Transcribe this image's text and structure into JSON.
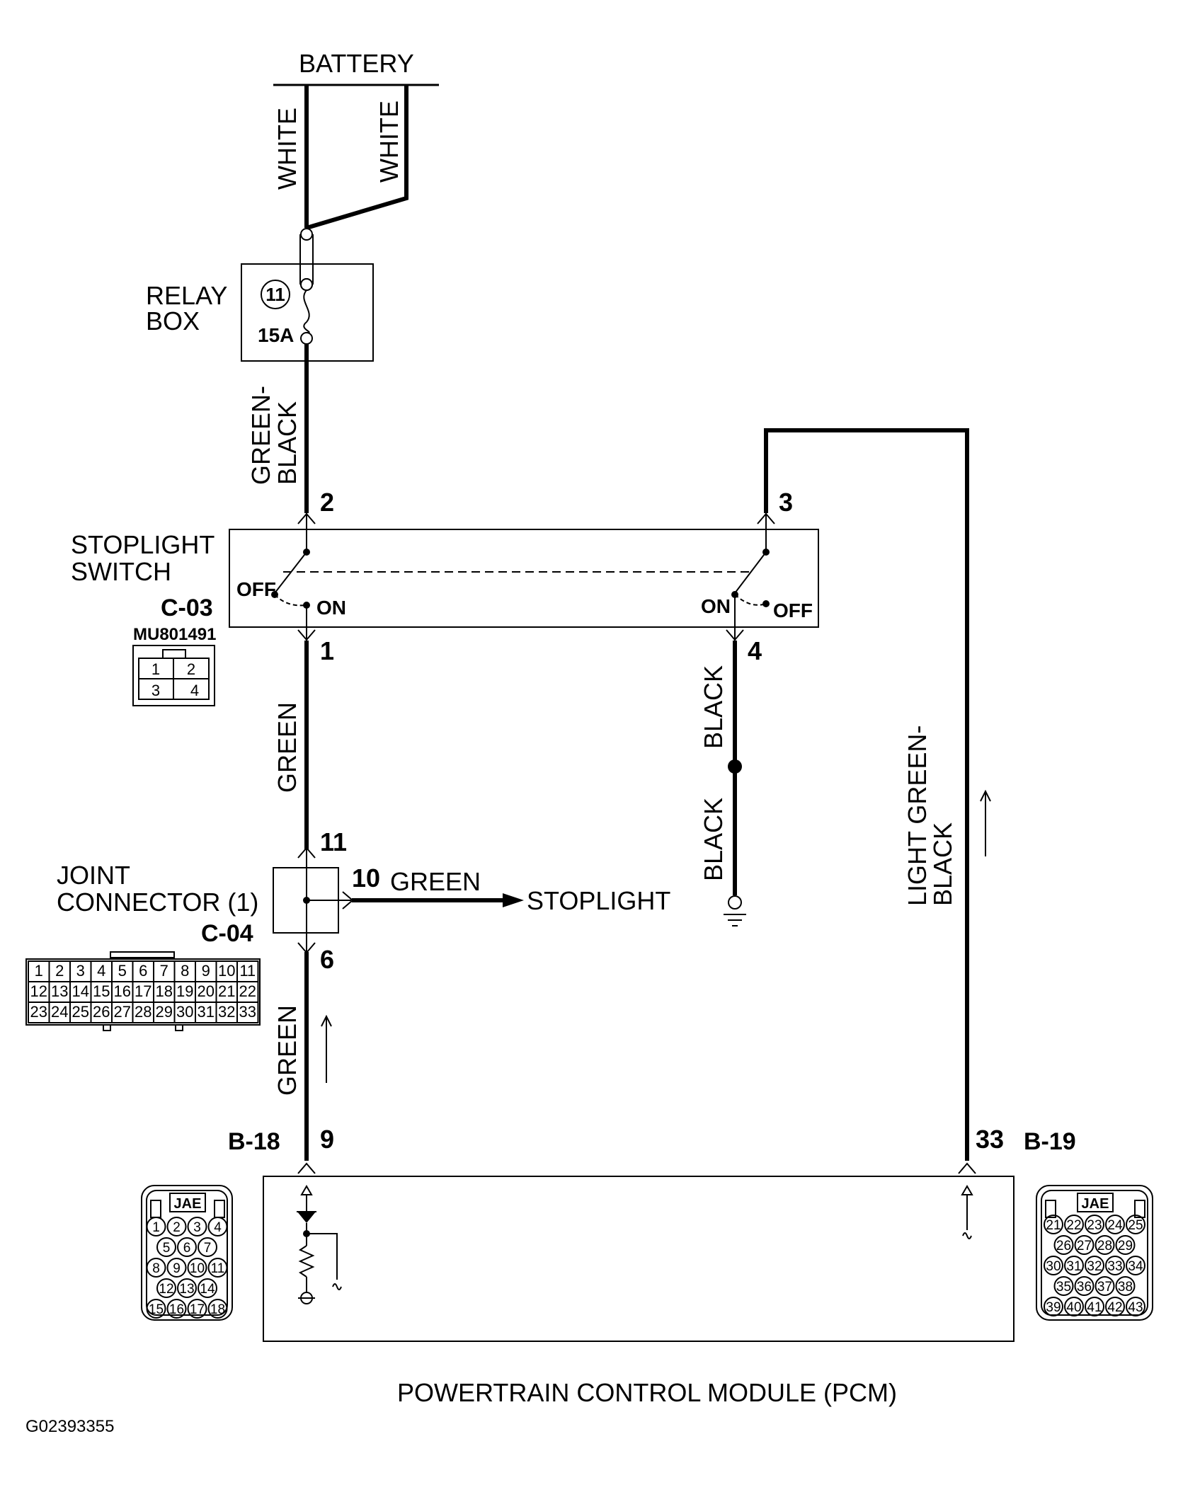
{
  "battery": {
    "label": "BATTERY",
    "wire_left": "WHITE",
    "wire_right": "WHITE"
  },
  "relay_box": {
    "label_line1": "RELAY",
    "label_line2": "BOX",
    "fuse_number": "11",
    "fuse_rating": "15A"
  },
  "wire_relay_switch": {
    "line1": "GREEN-",
    "line2": "BLACK"
  },
  "stoplight_switch": {
    "label_line1": "STOPLIGHT",
    "label_line2": "SWITCH",
    "connector_id": "C-03",
    "part_number": "MU801491",
    "pin_top_left": "2",
    "pin_top_right": "3",
    "pin_bottom_left": "1",
    "pin_bottom_right": "4",
    "left_off": "OFF",
    "left_on": "ON",
    "right_on": "ON",
    "right_off": "OFF",
    "connector_pins": [
      "1",
      "2",
      "3",
      "4"
    ]
  },
  "wire_switch_joint": "GREEN",
  "wire_black_upper": "BLACK",
  "wire_black_lower": "BLACK",
  "wire_right_line1": "LIGHT GREEN-",
  "wire_right_line2": "BLACK",
  "joint_connector": {
    "label_line1": "JOINT",
    "label_line2": "CONNECTOR (1)",
    "connector_id": "C-04",
    "pin_top": "11",
    "pin_right": "10",
    "pin_bottom": "6",
    "right_wire": "GREEN",
    "destination": "STOPLIGHT",
    "grid_rows": [
      [
        "1",
        "2",
        "3",
        "4",
        "5",
        "6",
        "7",
        "8",
        "9",
        "10",
        "11"
      ],
      [
        "12",
        "13",
        "14",
        "15",
        "16",
        "17",
        "18",
        "19",
        "20",
        "21",
        "22"
      ],
      [
        "23",
        "24",
        "25",
        "26",
        "27",
        "28",
        "29",
        "30",
        "31",
        "32",
        "33"
      ]
    ]
  },
  "wire_joint_pcm": "GREEN",
  "pcm": {
    "label": "POWERTRAIN CONTROL MODULE (PCM)",
    "left_connector_id": "B-18",
    "left_pin": "9",
    "right_pin": "33",
    "right_connector_id": "B-19",
    "left_header": "JAE",
    "right_header": "JAE",
    "left_rows": [
      [
        "1",
        "2",
        "3",
        "4"
      ],
      [
        "5",
        "6",
        "7"
      ],
      [
        "8",
        "9",
        "10",
        "11"
      ],
      [
        "12",
        "13",
        "14"
      ],
      [
        "15",
        "16",
        "17",
        "18"
      ]
    ],
    "right_rows": [
      [
        "21",
        "22",
        "23",
        "24",
        "25"
      ],
      [
        "26",
        "27",
        "28",
        "29"
      ],
      [
        "30",
        "31",
        "32",
        "33",
        "34"
      ],
      [
        "35",
        "36",
        "37",
        "38"
      ],
      [
        "39",
        "40",
        "41",
        "42",
        "43"
      ]
    ]
  },
  "figure_id": "G02393355"
}
